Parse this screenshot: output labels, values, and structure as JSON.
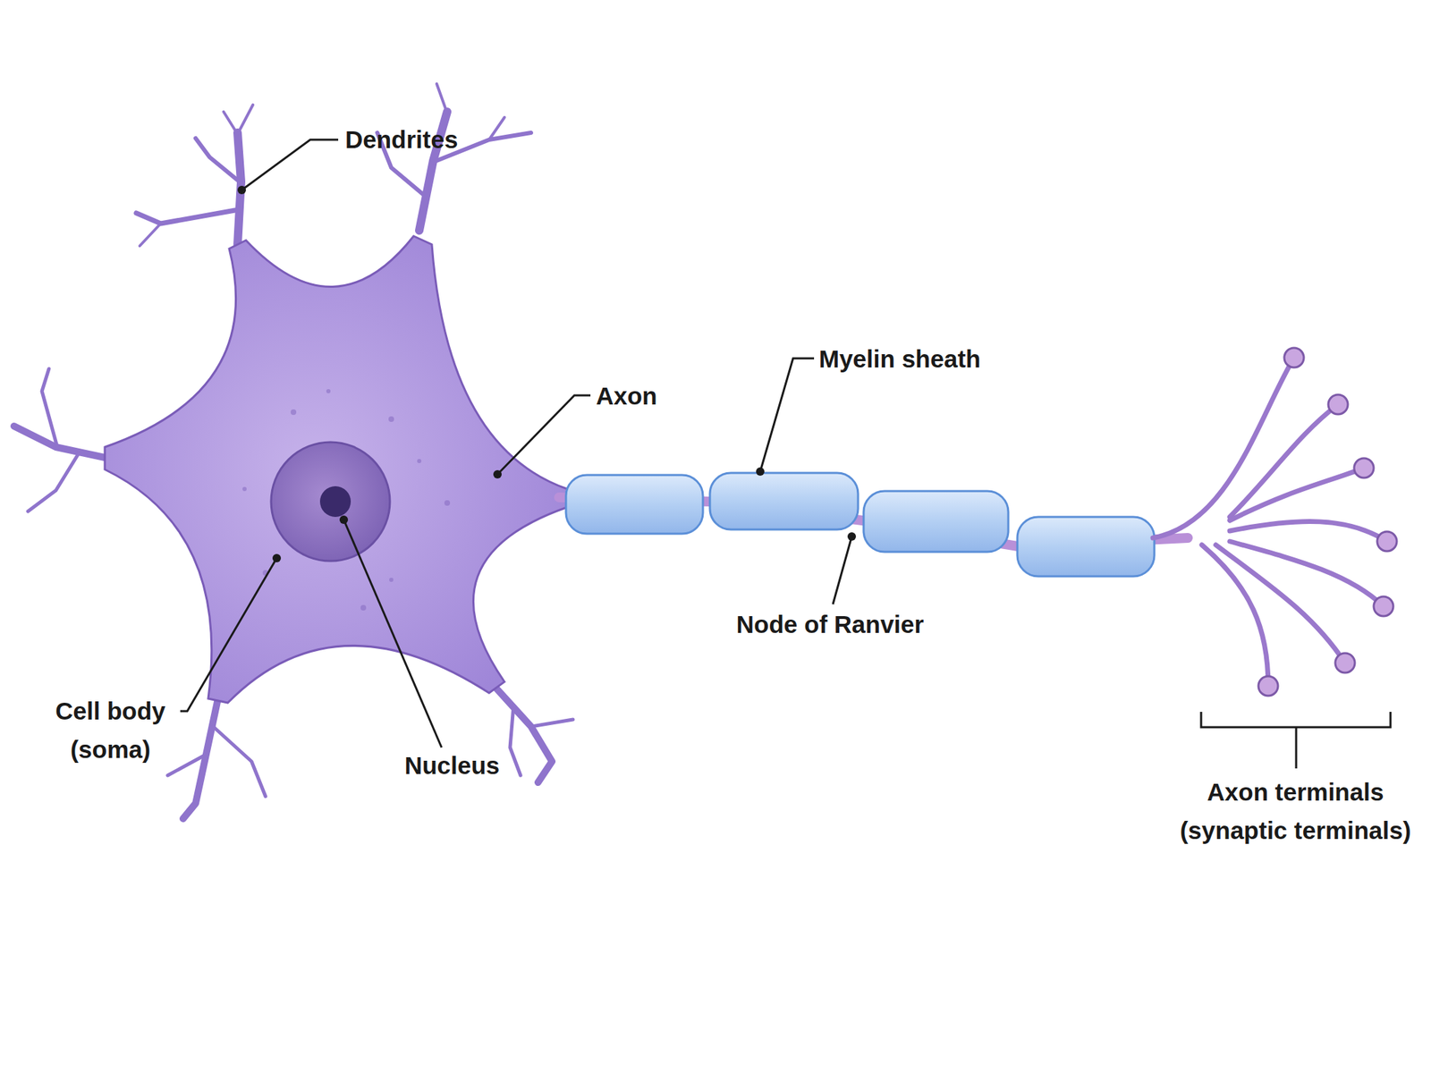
{
  "diagram": {
    "labels": [
      "Dendrites",
      "Myelin sheath",
      "Axon",
      "Node of Ranvier",
      "Cell body (soma)",
      "Nucleus",
      "Axon terminals (synaptic terminals)"
    ]
  }
}
